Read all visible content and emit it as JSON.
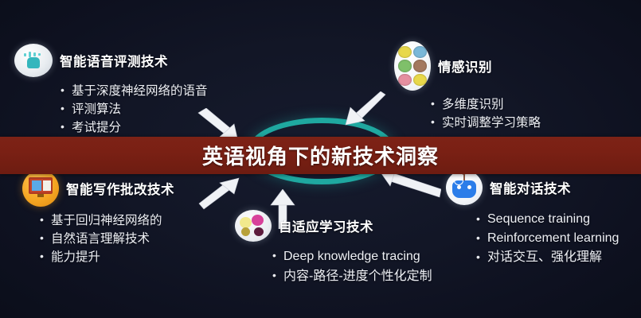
{
  "banner": {
    "title": "英语视角下的新技术洞察",
    "background_color": "#7a2014",
    "text_color": "#ffffff"
  },
  "canvas": {
    "background_color": "#121626",
    "center_ring_color": "#1fa8a0"
  },
  "blocks": [
    {
      "id": "speech",
      "icon_name": "speech-assessment-icon",
      "title": "智能语音评测技术",
      "bullets": [
        "基于深度神经网络的语音",
        "评测算法",
        "考试提分"
      ]
    },
    {
      "id": "emotion",
      "icon_name": "emotion-recognition-icon",
      "title": "情感识别",
      "bullets": [
        "多维度识别",
        "实时调整学习策略"
      ]
    },
    {
      "id": "writing",
      "icon_name": "writing-correction-icon",
      "title": "智能写作批改技术",
      "bullets": [
        "基于回归神经网络的",
        "自然语言理解技术",
        "能力提升"
      ]
    },
    {
      "id": "adaptive",
      "icon_name": "adaptive-learning-icon",
      "title": "自适应学习技术",
      "bullets": [
        "Deep knowledge tracing",
        "内容-路径-进度个性化定制"
      ]
    },
    {
      "id": "dialogue",
      "icon_name": "dialogue-robot-icon",
      "title": "智能对话技术",
      "bullets": [
        "Sequence training",
        "Reinforcement learning",
        "对话交互、强化理解"
      ]
    }
  ],
  "arrows": [
    {
      "id": "speech-to-center",
      "direction": "down-right"
    },
    {
      "id": "emotion-to-center",
      "direction": "down-left"
    },
    {
      "id": "writing-to-center",
      "direction": "up-right"
    },
    {
      "id": "adaptive-to-center",
      "direction": "up"
    },
    {
      "id": "dialogue-to-center",
      "direction": "up-left"
    }
  ],
  "emotion_face_colors": [
    "#e8d84a",
    "#7ab8d8",
    "#7fc06a",
    "#a3785e",
    "#e58fa0",
    "#e8d84a"
  ]
}
